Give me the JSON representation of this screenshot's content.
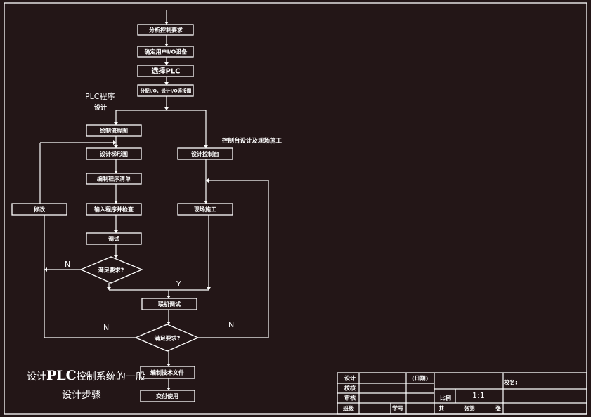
{
  "diagram": {
    "title_line1_a": "设计",
    "title_line1_b": "PLC",
    "title_line1_c": "控制系统的一般",
    "title_line2": "设计步骤",
    "plc_label_1": "PLC程序",
    "plc_label_2": "设计",
    "console_label": "控制台设计及现场施工",
    "n_label": "N",
    "y_label": "Y",
    "steps": {
      "analyze": "分析控制要求",
      "io": "确定用户I/O设备",
      "select_plc": "选择PLC",
      "io_design": "分配I/O，设计I/O连接图",
      "flowchart": "绘制流程图",
      "ladder": "设计梯形图",
      "program_list": "编制程序清单",
      "input_program": "输入程序并检查",
      "modify": "修改",
      "debug": "调试",
      "check1": "满足要求?",
      "console": "设计控制台",
      "site": "现场施工",
      "joint_debug": "联机调试",
      "check2": "满足要求?",
      "docs": "编制技术文件",
      "deliver": "交付使用"
    }
  },
  "title_block": {
    "design": "设计",
    "check": "校核",
    "review": "审核",
    "class": "班级",
    "student_id": "学号",
    "date": "(日期)",
    "scale_label": "比例",
    "scale_value": "1:1",
    "total": "共",
    "sheets": "张第",
    "sheet": "张",
    "school": "校名:"
  }
}
